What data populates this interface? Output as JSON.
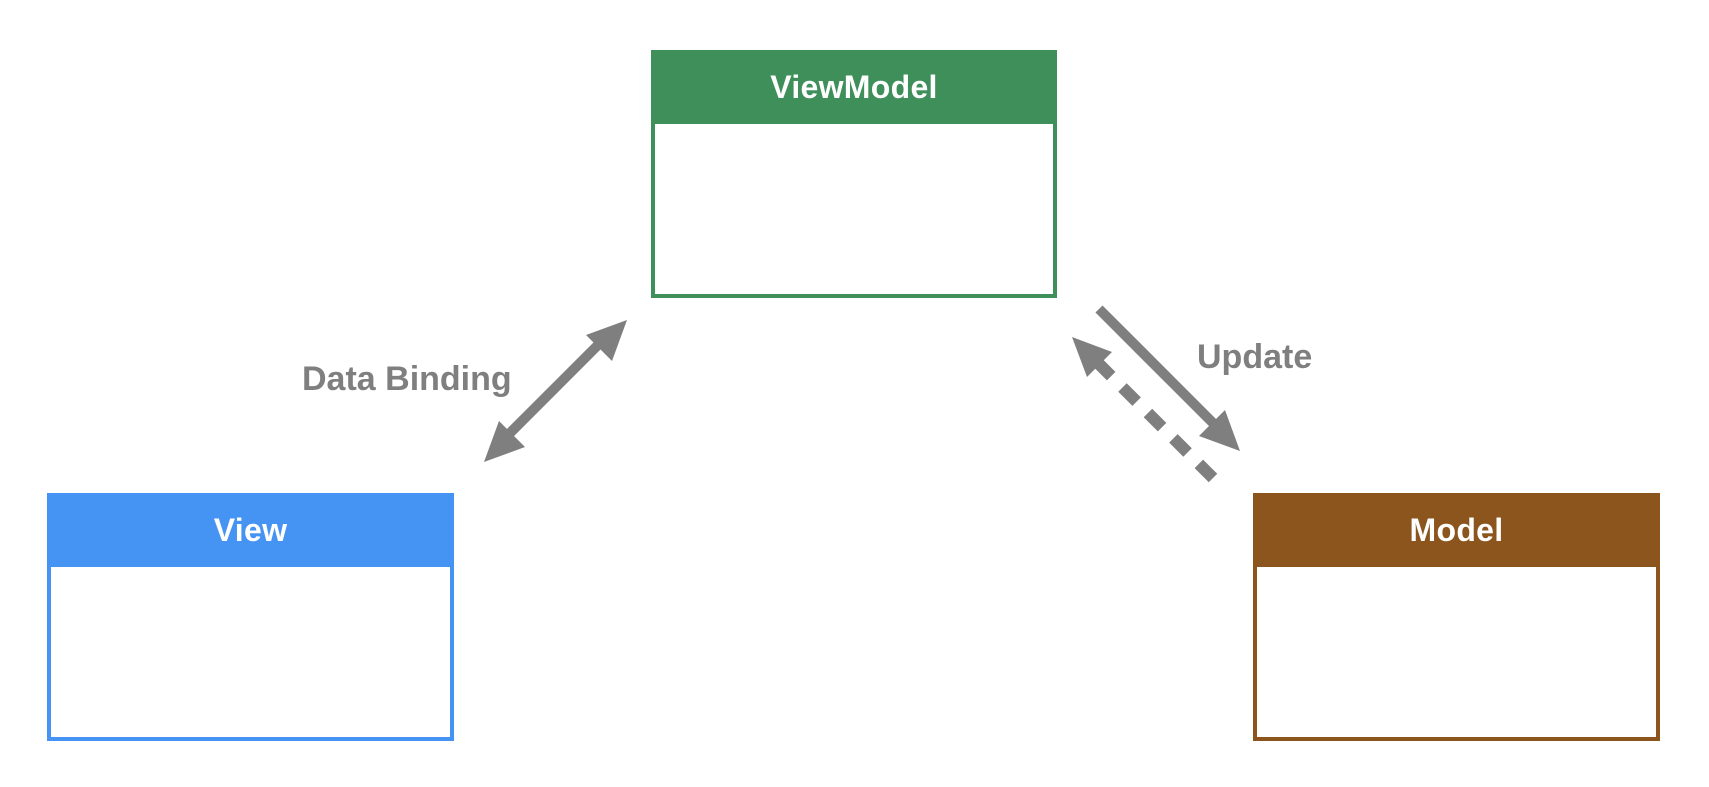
{
  "nodes": {
    "viewmodel": {
      "title": "ViewModel",
      "color": "#3f8f5a"
    },
    "view": {
      "title": "View",
      "color": "#4594f3"
    },
    "model": {
      "title": "Model",
      "color": "#8b551d"
    }
  },
  "edges": {
    "data_binding": {
      "label": "Data Binding",
      "from": "View",
      "to": "ViewModel",
      "style": "solid",
      "direction": "bidirectional"
    },
    "update": {
      "label": "Update",
      "from": "ViewModel",
      "to": "Model",
      "style": "solid",
      "direction": "forward"
    },
    "notify": {
      "label": "",
      "from": "Model",
      "to": "ViewModel",
      "style": "dashed",
      "direction": "forward"
    }
  },
  "colors": {
    "arrow": "#7f7f7f",
    "background": "#ffffff"
  }
}
